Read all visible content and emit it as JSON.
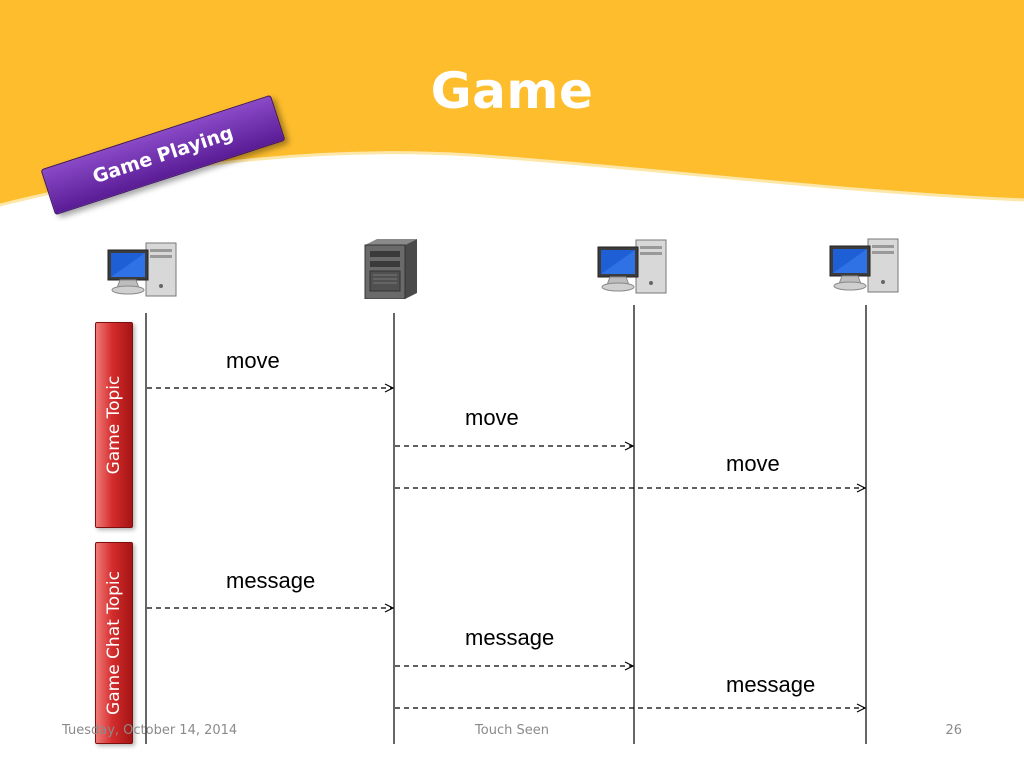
{
  "slide": {
    "title": "Game",
    "section": "Game Playing"
  },
  "topics": [
    {
      "id": "game-topic",
      "label": "Game Topic"
    },
    {
      "id": "game-chat-topic",
      "label": "Game Chat Topic"
    }
  ],
  "nodes": [
    {
      "id": "client-1",
      "type": "client",
      "icon": "desktop-computer-icon"
    },
    {
      "id": "server",
      "type": "server",
      "icon": "server-tower-icon"
    },
    {
      "id": "client-2",
      "type": "client",
      "icon": "desktop-computer-icon"
    },
    {
      "id": "client-3",
      "type": "client",
      "icon": "desktop-computer-icon"
    }
  ],
  "messages": [
    {
      "from": "client-1",
      "to": "server",
      "label": "move",
      "topic": "game-topic"
    },
    {
      "from": "server",
      "to": "client-2",
      "label": "move",
      "topic": "game-topic"
    },
    {
      "from": "server",
      "to": "client-3",
      "label": "move",
      "topic": "game-topic"
    },
    {
      "from": "client-1",
      "to": "server",
      "label": "message",
      "topic": "game-chat-topic"
    },
    {
      "from": "server",
      "to": "client-2",
      "label": "message",
      "topic": "game-chat-topic"
    },
    {
      "from": "server",
      "to": "client-3",
      "label": "message",
      "topic": "game-chat-topic"
    }
  ],
  "footer": {
    "date": "Tuesday, October 14, 2014",
    "center": "Touch Seen",
    "page_number": "26"
  },
  "colors": {
    "header": "#fdbd2d",
    "section_badge": "#6a2aa8",
    "topic_bar": "#d42d2d",
    "lifeline": "#000000"
  }
}
